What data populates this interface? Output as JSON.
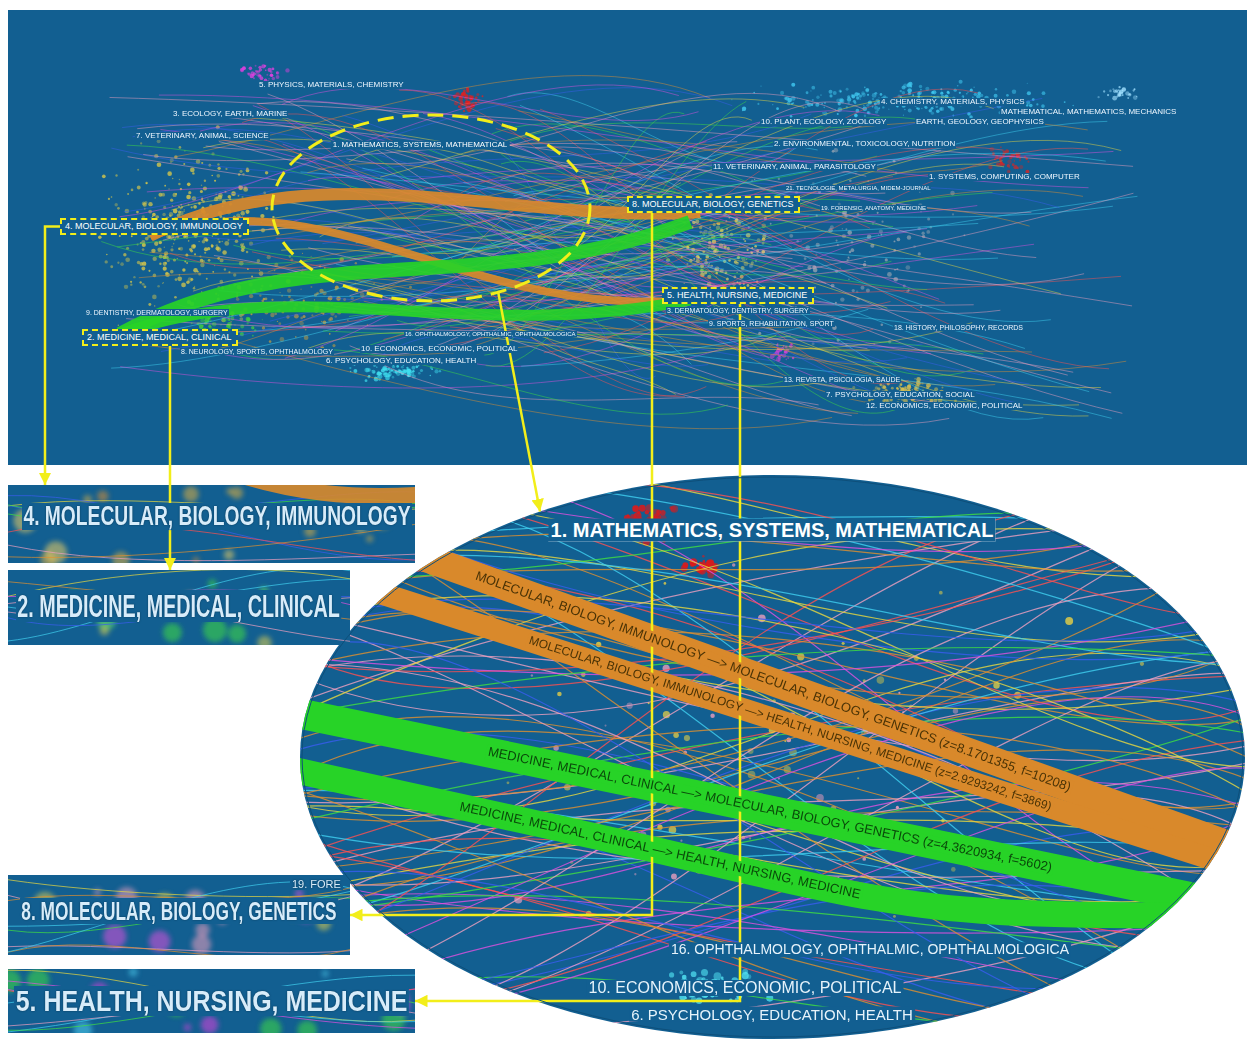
{
  "diagram": {
    "nodes": [
      {
        "text": [
          "1. MATHEMATICS, SYSTEMS, MATHEMATICAL"
        ]
      },
      {
        "text": [
          "8. MOLECULAR, BIOLOGY, GENETICS"
        ]
      },
      {
        "text": [
          "4. MOLECULAR, BIOLOGY, IMMUNOLOGY"
        ]
      },
      {
        "text": [
          "5. HEALTH, NURSING, MEDICINE"
        ]
      },
      {
        "text": [
          "2. MEDICINE, MEDICAL, CLINICAL"
        ]
      },
      {
        "text": [
          "4. MOLECULAR, BIOLOGY, IMMUNOLOGY"
        ]
      },
      {
        "text": [
          "2. MEDICINE, MEDICAL, CLINICAL"
        ]
      },
      {
        "text": [
          "1. MATHEMATICS, SYSTEMS, MATHEMATICAL",
          "MOLECULAR, BIOLOGY, IMMUNOLOGY —> MOLECULAR, BIOLOGY, GENETICS (z=8.1701355, f=10208)",
          "MOLECULAR, BIOLOGY, IMMUNOLOGY —> HEALTH, NURSING, MEDICINE (z=2.9293242, f=3869)",
          "MEDICINE, MEDICAL, CLINICAL —> MOLECULAR, BIOLOGY, GENETICS (z=4.3620934, f=5602)",
          "MEDICINE, MEDICAL, CLINICAL —> HEALTH, NURSING, MEDICINE",
          "16. OPHTHALMOLOGY, OPHTHALMIC, OPHTHALMOLOGICA",
          "10. ECONOMICS, ECONOMIC, POLITICAL",
          "6. PSYCHOLOGY, EDUCATION, HEALTH"
        ]
      },
      {
        "text": [
          "8. MOLECULAR, BIOLOGY, GENETICS",
          "19. FORE"
        ]
      },
      {
        "text": [
          "5. HEALTH, NURSING, MEDICINE"
        ]
      }
    ],
    "edges": [
      {
        "from": 2,
        "to": 5,
        "arrow": "to"
      },
      {
        "from": 4,
        "to": 6,
        "arrow": "to"
      },
      {
        "from": 0,
        "to": 7,
        "arrow": "to"
      },
      {
        "from": 1,
        "to": 8,
        "arrow": "to"
      },
      {
        "from": 3,
        "to": 9,
        "arrow": "to"
      }
    ],
    "labels": [
      "5. PHYSICS, MATERIALS, CHEMISTRY",
      "3. ECOLOGY, EARTH, MARINE",
      "7. VETERINARY, ANIMAL, SCIENCE",
      "9. DENTISTRY, DERMATOLOGY, SURGERY",
      "8. NEUROLOGY, SPORTS, OPHTHALMOLOGY",
      "16. OPHTHALMOLOGY, OPHTHALMIC, OPHTHALMOLOGICA",
      "10. ECONOMICS, ECONOMIC, POLITICAL",
      "6. PSYCHOLOGY, EDUCATION, HEALTH",
      "4. CHEMISTRY, MATERIALS, PHYSICS",
      "MATHEMATICAL, MATHEMATICS, MECHANICS",
      "10. PLANT, ECOLOGY, ZOOLOGY",
      "EARTH, GEOLOGY, GEOPHYSICS",
      "2. ENVIRONMENTAL, TOXICOLOGY, NUTRITION",
      "11. VETERINARY, ANIMAL, PARASITOLOGY",
      "1. SYSTEMS, COMPUTING, COMPUTER",
      "21. TECNOLOGIE, METALURGIA, MIDEM-JOURNAL",
      "19. FORENSIC, ANATOMY, MEDICINE",
      "3. DERMATOLOGY, DENTISTRY, SURGERY",
      "9. SPORTS, REHABILITATION, SPORT",
      "18. HISTORY, PHILOSOPHY, RECORDS",
      "13. REVISTA, PSICOLOGIA, SAUDE",
      "7. PSYCHOLOGY, EDUCATION, SOCIAL",
      "12. ECONOMICS, ECONOMIC, POLITICAL"
    ]
  }
}
